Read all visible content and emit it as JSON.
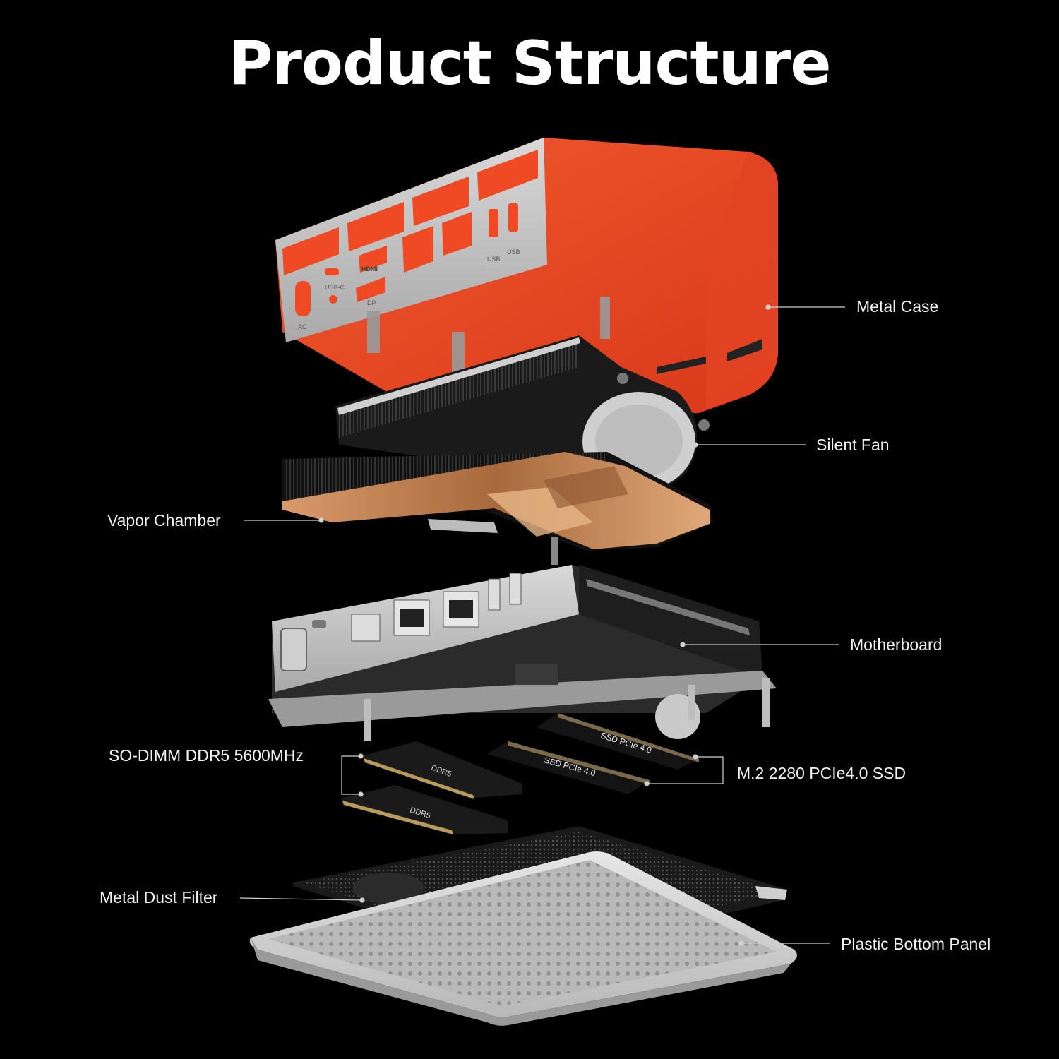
{
  "title": "Product Structure",
  "colors": {
    "background": "#000000",
    "case_orange": "#ef4a23",
    "copper": "#c9875a",
    "silver": "#c9c9c9",
    "leader_line": "#d0d0d0"
  },
  "port_labels": {
    "ac": "AC",
    "usb_c": "USB-C",
    "hdmi": "HDMI",
    "dp": "DP",
    "usb_1": "USB",
    "usb_2": "USB"
  },
  "labels": {
    "metal_case": "Metal Case",
    "silent_fan": "Silent Fan",
    "vapor_chamber": "Vapor Chamber",
    "motherboard": "Motherboard",
    "ram": "SO-DIMM DDR5 5600MHz",
    "ssd": "M.2 2280 PCIe4.0 SSD",
    "dust_filter": "Metal Dust Filter",
    "bottom_panel": "Plastic Bottom Panel"
  }
}
